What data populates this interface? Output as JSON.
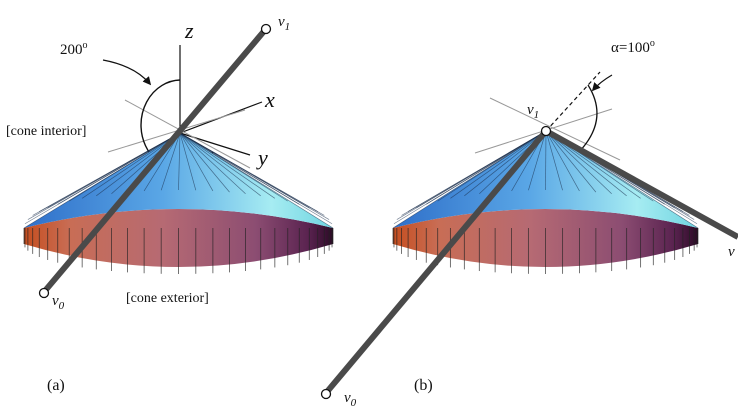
{
  "panel_a": {
    "label": "(a)",
    "axis_z": "z",
    "axis_x": "x",
    "axis_y": "y",
    "angle_label": "200",
    "angle_unit": "o",
    "v1_base": "v",
    "v1_sub": "1",
    "v0_base": "v",
    "v0_sub": "0",
    "interior_label": "[cone interior]",
    "exterior_label": "[cone exterior]"
  },
  "panel_b": {
    "label": "(b)",
    "alpha_label": "α=100",
    "alpha_unit": "o",
    "v1_base": "v",
    "v1_sub": "1",
    "v0_base": "v",
    "v0_sub": "0",
    "v2_base": "v"
  },
  "colors": {
    "line": "#4a4a4a",
    "thin_line": "#999999",
    "interior_left": "#3b82d6",
    "interior_right": "#9fe7f0",
    "exterior_left": "#d9622b",
    "exterior_mid": "#b06a78",
    "exterior_right": "#3a1032"
  }
}
